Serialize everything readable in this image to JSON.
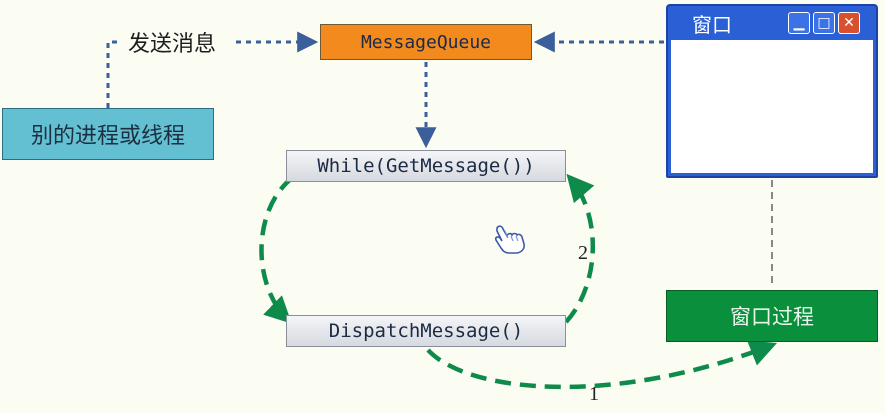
{
  "nodes": {
    "message_queue": "MessageQueue",
    "other_process": "别的进程或线程",
    "while_loop": "While(GetMessage())",
    "dispatch": "DispatchMessage()",
    "window_procedure": "窗口过程"
  },
  "edges": {
    "send_message_label": "发送消息",
    "step_1": "1",
    "step_2": "2"
  },
  "window": {
    "title": "窗口",
    "minimize_glyph": "▁",
    "maximize_glyph": "□",
    "close_glyph": "✕"
  },
  "colors": {
    "message_queue_fill": "#f28a1e",
    "other_process_fill": "#63bfd2",
    "window_procedure_fill": "#0a8f3c",
    "loop_arrow": "#0e8a4a",
    "dotted_arrow": "#3a5f9a",
    "window_frame": "#2b5fd6"
  },
  "icons": [
    "hand-cursor-icon",
    "minimize-icon",
    "maximize-icon",
    "close-icon"
  ]
}
